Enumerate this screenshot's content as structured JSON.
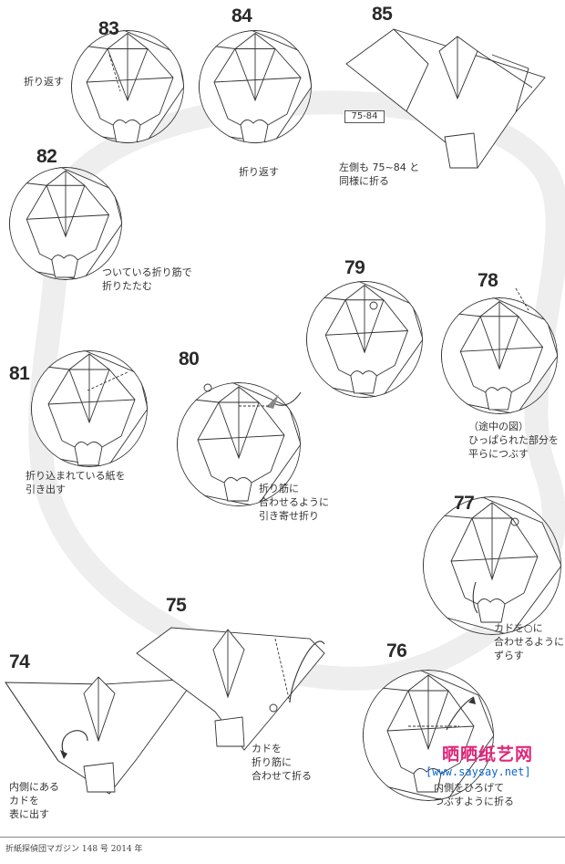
{
  "steps": [
    {
      "number": "83",
      "caption": "折り返す"
    },
    {
      "number": "84",
      "caption": "折り返す"
    },
    {
      "number": "85",
      "caption": "左側も 75~84 と\n同様に折る",
      "ref_label": "75-84"
    },
    {
      "number": "82",
      "caption": "ついている折り筋で\n折りたたむ"
    },
    {
      "number": "79",
      "caption": ""
    },
    {
      "number": "78",
      "caption": "（途中の図）\nひっぱられた部分を\n平らにつぶす"
    },
    {
      "number": "81",
      "caption": "折り込まれている紙を\n引き出す"
    },
    {
      "number": "80",
      "caption": "折り筋に\n合わせるように\n引き寄せ折り"
    },
    {
      "number": "77",
      "caption": "カドを○に\n合わせるように\nずらす"
    },
    {
      "number": "75",
      "caption": "カドを\n折り筋に\n合わせて折る"
    },
    {
      "number": "74",
      "caption": "内側にある\nカドを\n表に出す"
    },
    {
      "number": "76",
      "caption": "内側をひろげて\nつぶすように折る"
    }
  ],
  "watermark": {
    "title": "晒晒纸艺网",
    "url": "[www.saysay.net]"
  },
  "footer": "折紙探偵団マガジン 148 号 2014 年"
}
